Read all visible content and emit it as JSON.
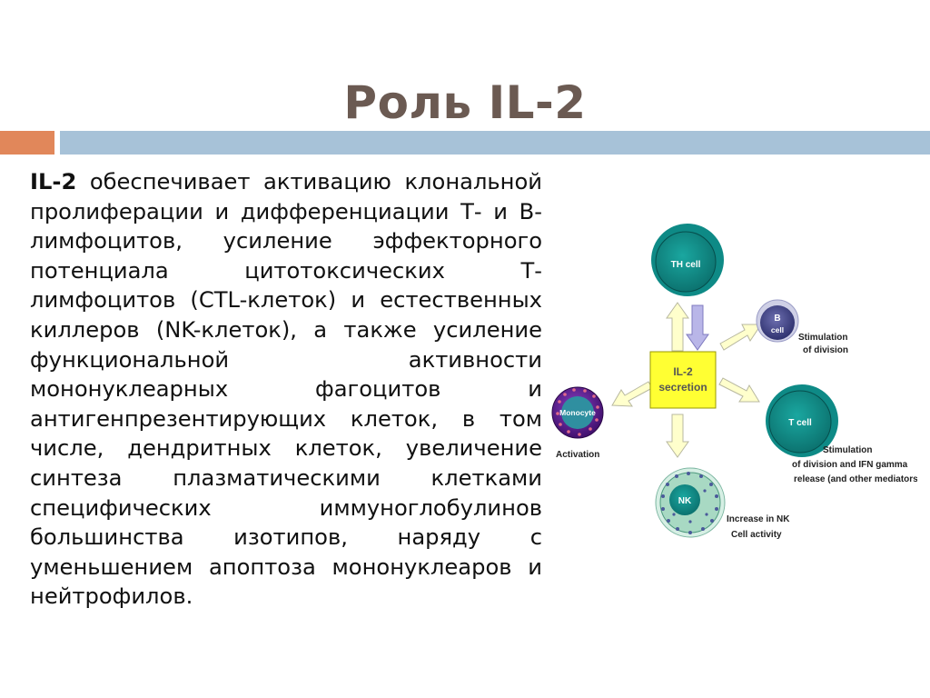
{
  "title": {
    "prefix": "Роль ",
    "emphasis": "IL-2"
  },
  "content": {
    "lead": "IL-2",
    "paragraph": " обеспечивает активацию клональной пролиферации и дифференциации Т- и В-лимфоцитов, усиление эффекторного потенциала цитотоксических Т-лимфоцитов (CTL-клеток) и естественных киллеров (NK-клеток), а также усиление функциональной активности мононуклеарных фагоцитов и антигенпрезентирующих клеток, в том числе, дендритных клеток, увеличение синтеза плазматическими клетками специфических иммуноглобулинов большинства изотипов, наряду с уменьшением апоптоза мононуклеаров и нейтрофилов."
  },
  "diagram": {
    "center": {
      "line1": "IL-2",
      "line2": "secretion"
    },
    "th_cell": "TH cell",
    "b_cell": {
      "line1": "B",
      "line2": "cell",
      "caption1": "Stimulation",
      "caption2": "of division"
    },
    "t_cell": {
      "label": "T cell",
      "caption1": "Stimulation",
      "caption2": "of division and IFN gamma",
      "caption3": "release (and other mediators)"
    },
    "nk_cell": {
      "label": "NK",
      "caption1": "Increase in NK",
      "caption2": "Cell activity"
    },
    "monocyte": {
      "label": "Monocyte",
      "caption": "Activation"
    }
  },
  "colors": {
    "title": "#6b5a52",
    "accent_orange": "#e1875a",
    "accent_blue": "#a7c2d8",
    "cell_teal": "#0e8a86",
    "cell_inner": "#0d6f6e",
    "center_box": "#ffff33",
    "arrow_fill": "#ffffcc",
    "arrow_purple": "#b9b6e8",
    "monocyte": "#5a1a8c"
  }
}
